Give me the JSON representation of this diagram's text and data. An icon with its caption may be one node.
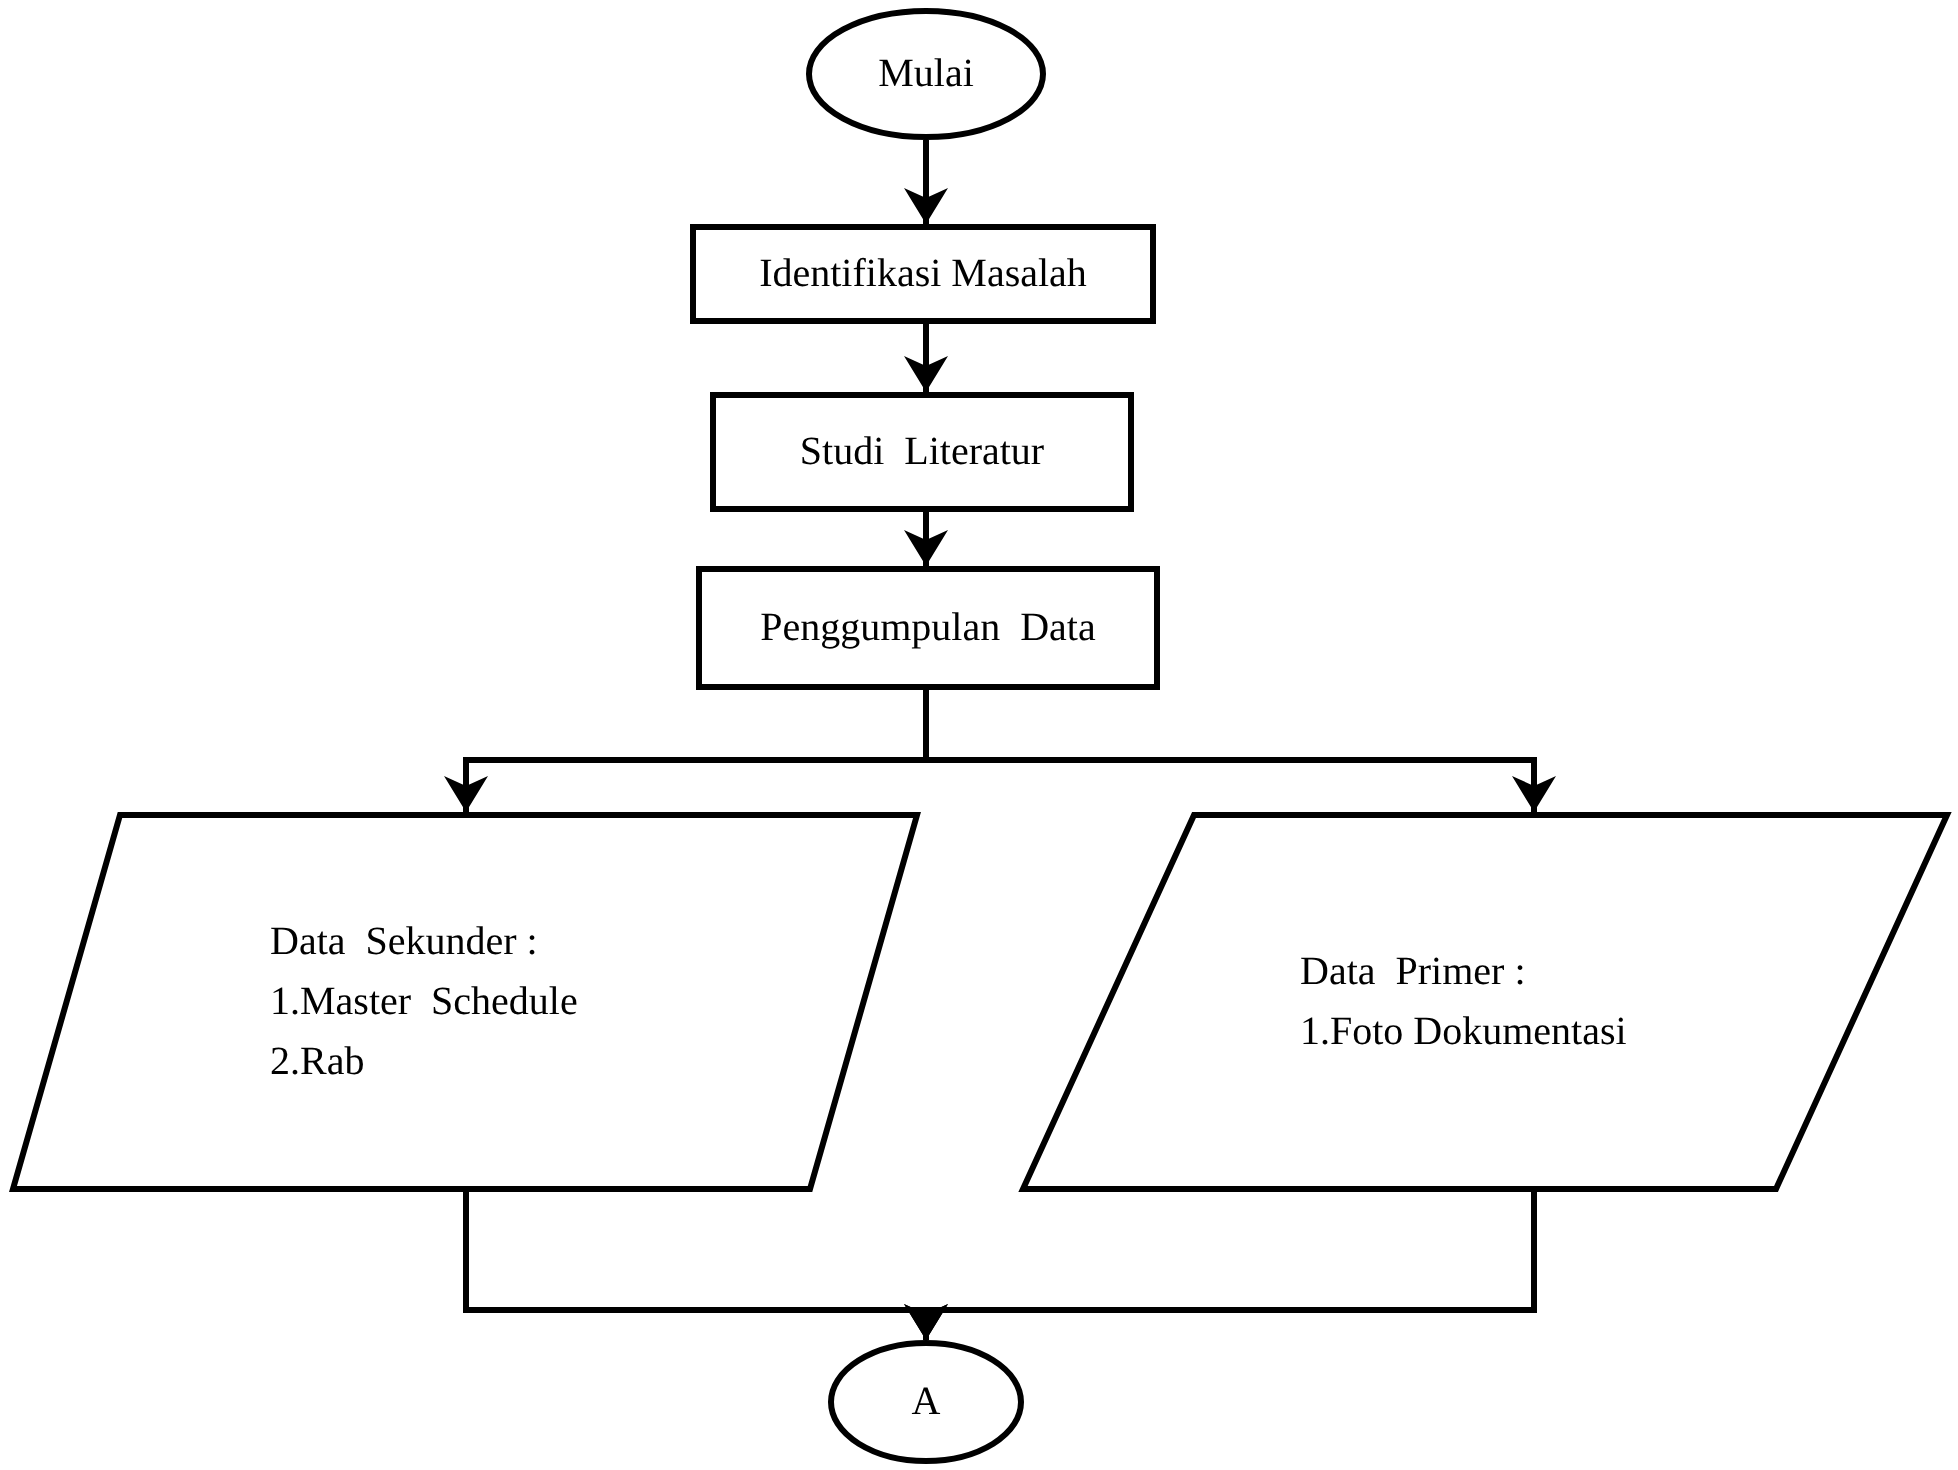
{
  "diagram": {
    "nodes": [
      {
        "text": [
          "Mulai"
        ]
      },
      {
        "text": [
          "Identifikasi Masalah"
        ]
      },
      {
        "text": [
          "Studi  Literatur"
        ]
      },
      {
        "text": [
          "Penggumpulan  Data"
        ]
      },
      {
        "text": [
          "Data  Sekunder :",
          "1.Master  Schedule",
          "2.Rab"
        ]
      },
      {
        "text": [
          "Data  Primer :",
          "1.Foto Dokumentasi"
        ]
      },
      {
        "text": [
          "A"
        ]
      }
    ],
    "edges": [
      {
        "from": 0,
        "to": 1,
        "arrow": "to"
      },
      {
        "from": 1,
        "to": 2,
        "arrow": "to"
      },
      {
        "from": 2,
        "to": 3,
        "arrow": "to"
      },
      {
        "from": 3,
        "to": 4,
        "arrow": "to"
      },
      {
        "from": 3,
        "to": 5,
        "arrow": "to"
      },
      {
        "from": 4,
        "to": 6,
        "arrow": "to"
      },
      {
        "from": 5,
        "to": 6,
        "arrow": "to"
      }
    ]
  }
}
